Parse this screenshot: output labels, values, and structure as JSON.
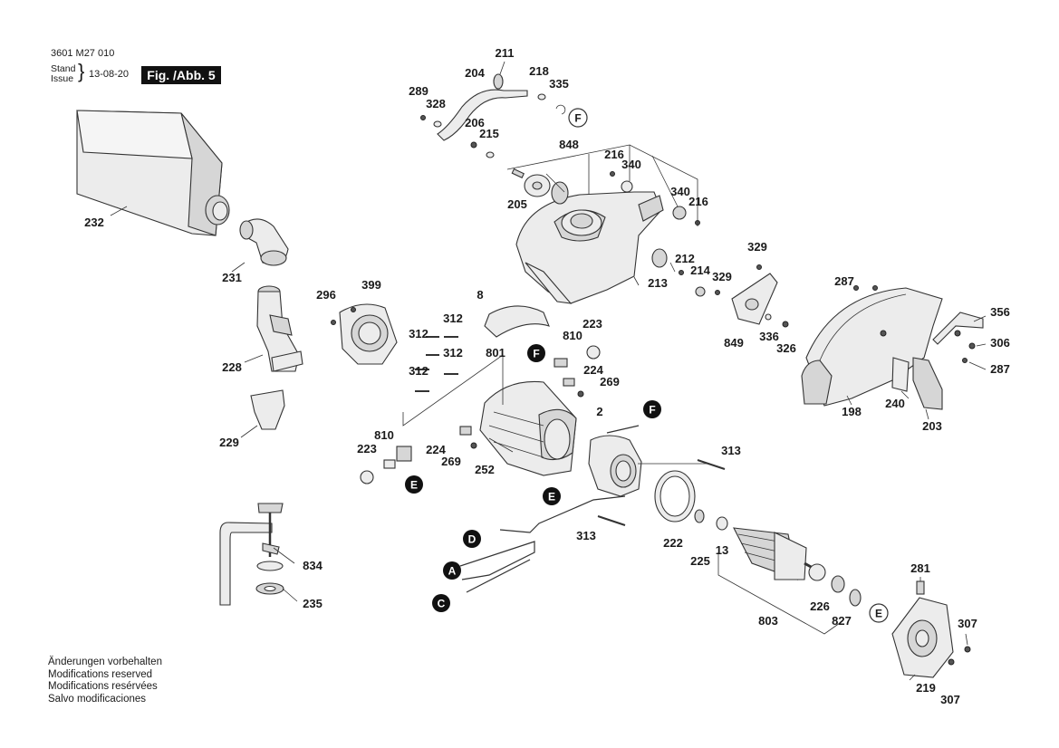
{
  "header": {
    "doc_number": "3601 M27 010",
    "stand_label": "Stand",
    "issue_label": "Issue",
    "date": "13-08-20",
    "fig_label": "Fig. /Abb. 5"
  },
  "footer": {
    "lines": [
      "Änderungen vorbehalten",
      "Modifications reserved",
      "Modifications resérvées",
      "Salvo modificaciones"
    ]
  },
  "parts": {
    "p211": "211",
    "p204": "204",
    "p218": "218",
    "p335": "335",
    "p289": "289",
    "p328": "328",
    "p206": "206",
    "p215": "215",
    "p848": "848",
    "p216a": "216",
    "p340a": "340",
    "p205": "205",
    "p340b": "340",
    "p216b": "216",
    "p232": "232",
    "p231": "231",
    "p329a": "329",
    "p212": "212",
    "p214": "214",
    "p329b": "329",
    "p213": "213",
    "p287a": "287",
    "p356": "356",
    "p296": "296",
    "p399": "399",
    "p8": "8",
    "p312a": "312",
    "p223a": "223",
    "p312b": "312",
    "p810a": "810",
    "p312c": "312",
    "p801": "801",
    "p849": "849",
    "p336": "336",
    "p326": "326",
    "p306": "306",
    "p224a": "224",
    "p312d": "312",
    "p269a": "269",
    "p287b": "287",
    "p228": "228",
    "p240": "240",
    "p198": "198",
    "p203": "203",
    "p2": "2",
    "p229": "229",
    "p810b": "810",
    "p223b": "223",
    "p224b": "224",
    "p269b": "269",
    "p252": "252",
    "p313a": "313",
    "p313b": "313",
    "p222": "222",
    "p225": "225",
    "p13": "13",
    "p834": "834",
    "p281": "281",
    "p235": "235",
    "p226": "226",
    "p803": "803",
    "p827": "827",
    "p307a": "307",
    "p219": "219",
    "p307b": "307"
  },
  "connectors": {
    "F1": "F",
    "F2": "F",
    "F3": "F",
    "E1": "E",
    "E2": "E",
    "E3": "E",
    "D": "D",
    "A": "A",
    "C": "C"
  }
}
